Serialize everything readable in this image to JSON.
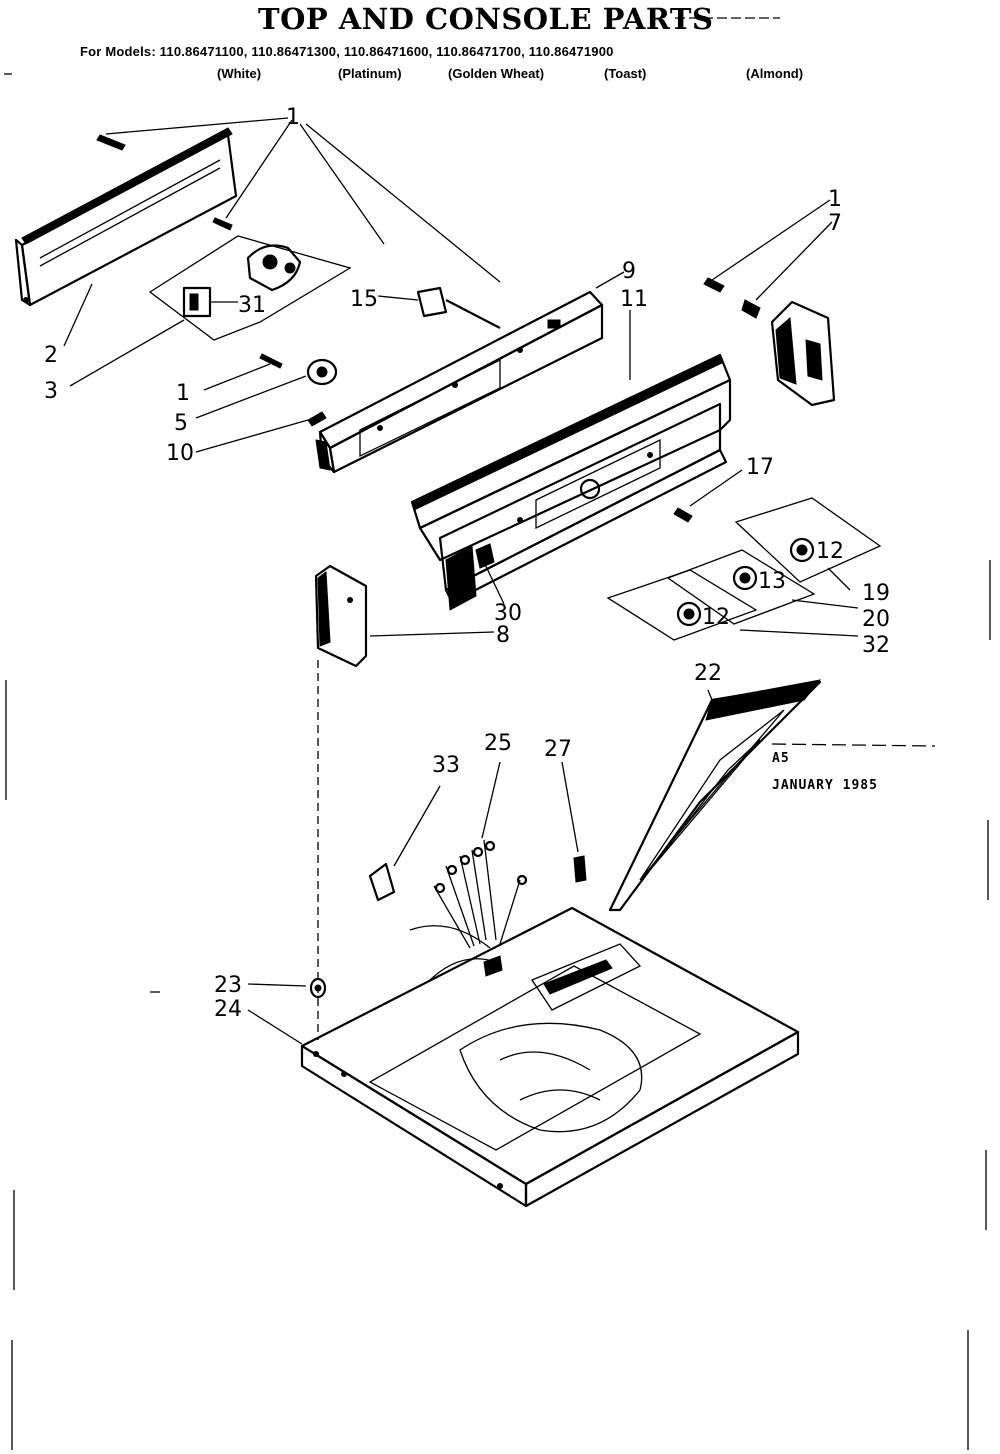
{
  "header": {
    "title": "TOP AND CONSOLE PARTS",
    "models_line": "For Models: 110.86471100, 110.86471300, 110.86471600, 110.86471700, 110.86471900",
    "colors": [
      "(White)",
      "(Platinum)",
      "(Golden Wheat)",
      "(Toast)",
      "(Almond)"
    ]
  },
  "stamp": {
    "code": "A5",
    "date": "JANUARY 1985"
  },
  "callouts": {
    "c1_top": "1",
    "c2": "2",
    "c3": "3",
    "c31": "31",
    "c15": "15",
    "c9": "9",
    "c11": "11",
    "c1_right": "1",
    "c7": "7",
    "c1_left": "1",
    "c5": "5",
    "c10": "10",
    "c17": "17",
    "c12_a": "12",
    "c13": "13",
    "c12_b": "12",
    "c19": "19",
    "c20": "20",
    "c32": "32",
    "c30": "30",
    "c8": "8",
    "c22": "22",
    "c27": "27",
    "c25": "25",
    "c33": "33",
    "c23": "23",
    "c24": "24"
  }
}
